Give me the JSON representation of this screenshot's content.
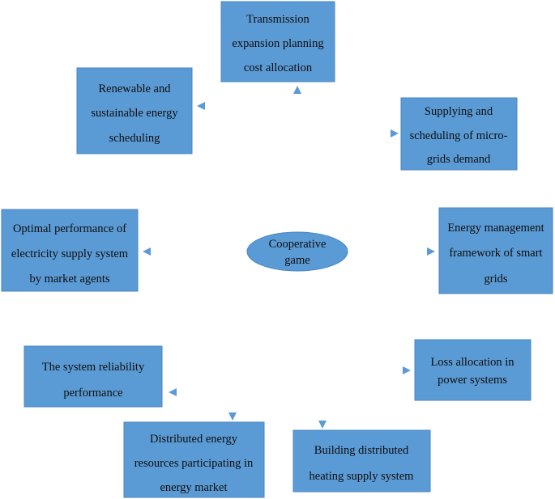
{
  "colors": {
    "box_fill": "#5b9bd5",
    "box_border": "#4a86c0",
    "connector": "#5b9bd5",
    "text": "#0d0d0d"
  },
  "center": {
    "lines": [
      "Cooperative",
      "game"
    ]
  },
  "nodes": [
    {
      "id": "transmission",
      "lines": [
        "Transmission",
        "expansion planning",
        "cost allocation"
      ]
    },
    {
      "id": "renewable",
      "lines": [
        "Renewable and",
        "sustainable energy",
        "scheduling"
      ]
    },
    {
      "id": "micro-grids",
      "lines": [
        "Supplying and",
        "scheduling of micro-",
        "grids demand"
      ]
    },
    {
      "id": "optimal-performance",
      "lines": [
        "Optimal performance of",
        "electricity supply system",
        "by market agents"
      ]
    },
    {
      "id": "energy-management",
      "lines": [
        "Energy management",
        "framework of smart",
        "grids"
      ]
    },
    {
      "id": "system-reliability",
      "lines": [
        "The system reliability",
        "performance"
      ]
    },
    {
      "id": "loss-allocation",
      "lines": [
        "Loss allocation in",
        "power systems"
      ]
    },
    {
      "id": "distributed-energy",
      "lines": [
        "Distributed energy",
        "resources participating in",
        "energy market"
      ]
    },
    {
      "id": "building-heating",
      "lines": [
        "Building distributed",
        "heating supply system"
      ]
    }
  ]
}
